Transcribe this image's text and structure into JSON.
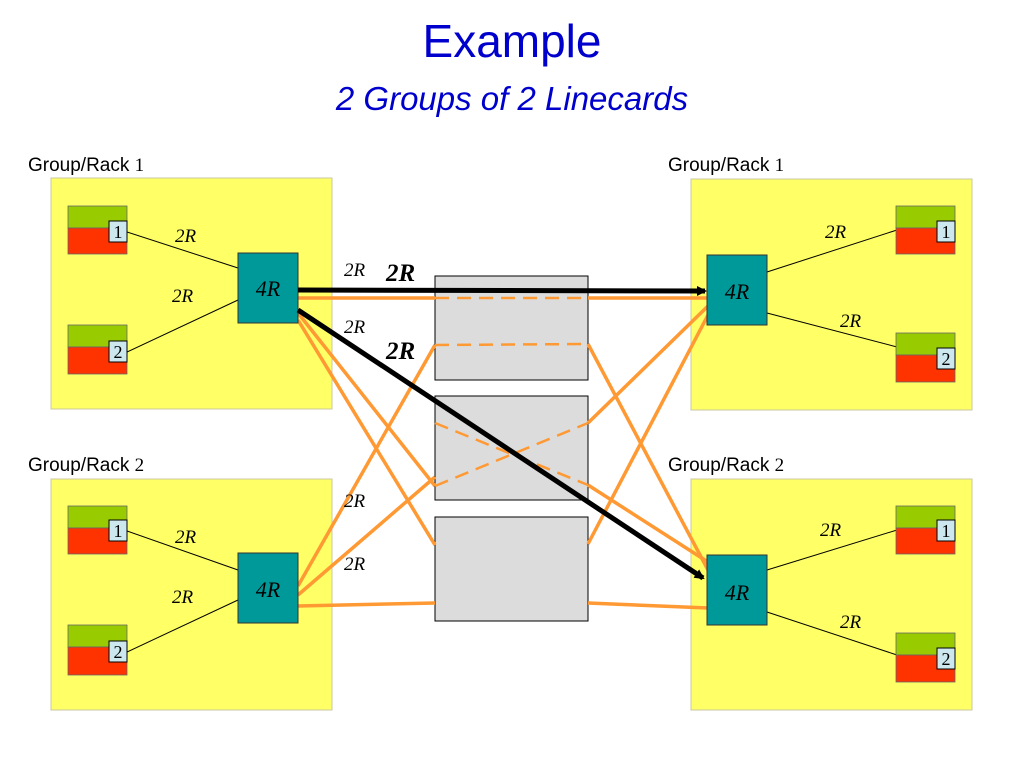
{
  "title": "Example",
  "subtitle": "2 Groups of 2 Linecards",
  "racks": [
    {
      "label": "Group/Rack",
      "number": "1"
    },
    {
      "label": "Group/Rack",
      "number": "1"
    },
    {
      "label": "Group/Rack",
      "number": "2"
    },
    {
      "label": "Group/Rack",
      "number": "2"
    }
  ],
  "switch_label": "4R",
  "linecards": [
    "1",
    "2"
  ],
  "link_label": "2R",
  "highlight_label": "2R",
  "colors": {
    "title": "#0000cc",
    "rack_bg": "#ffff66",
    "switch": "#009999",
    "linecard_top": "#99cc00",
    "linecard_bottom": "#ff3300",
    "linecard_tag": "#cce8ee",
    "fabric": "#dcdcdc",
    "link": "#ff9933",
    "highlight": "#000000"
  }
}
